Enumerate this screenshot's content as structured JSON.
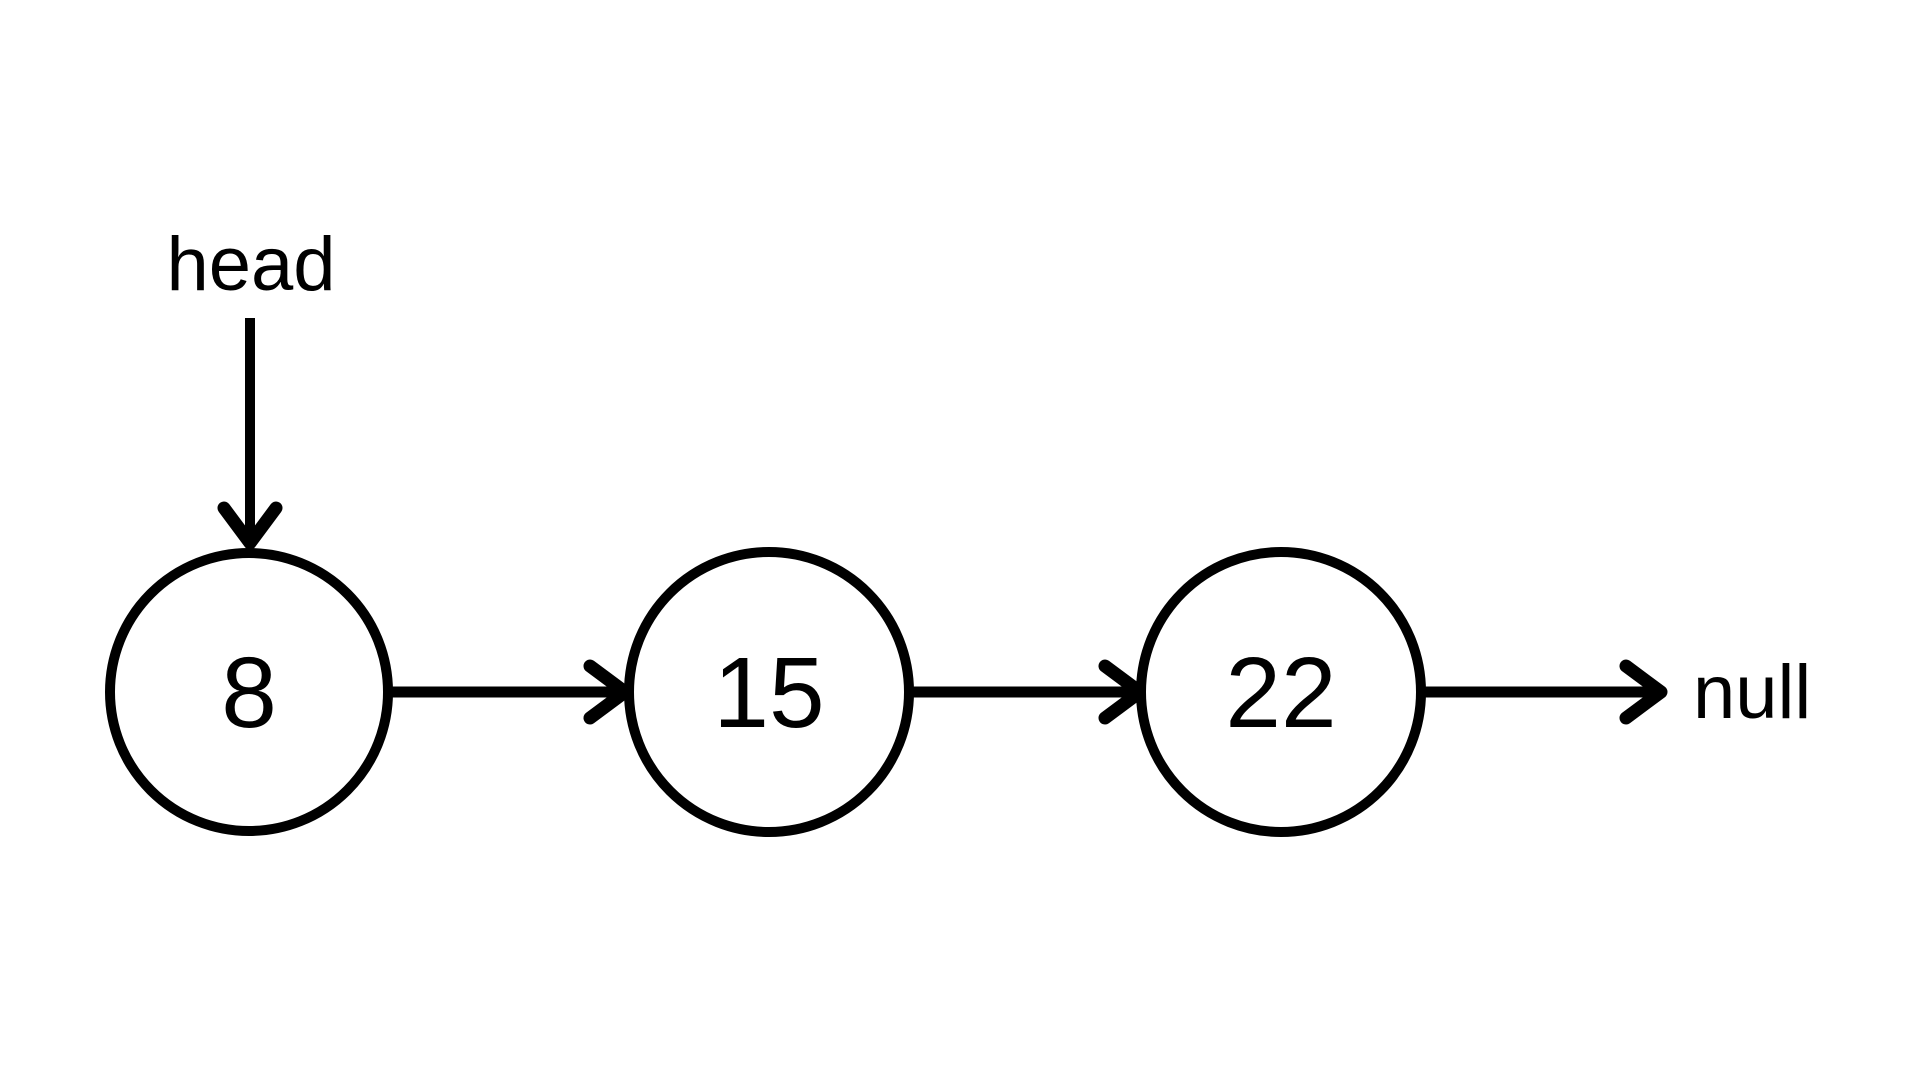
{
  "diagram": {
    "type": "singly-linked-list",
    "head_label": "head",
    "null_label": "null",
    "nodes": [
      {
        "value": "8"
      },
      {
        "value": "15"
      },
      {
        "value": "22"
      }
    ],
    "colors": {
      "foreground": "#000000",
      "background": "#ffffff"
    }
  }
}
